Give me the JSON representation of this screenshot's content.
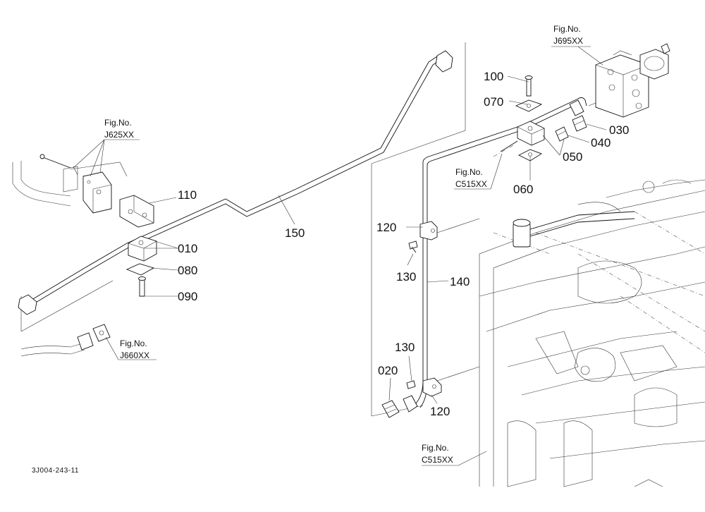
{
  "figure_refs": [
    {
      "label": "Fig.No.",
      "code": "J695XX"
    },
    {
      "label": "Fig.No.",
      "code": "J625XX"
    },
    {
      "label": "Fig.No.",
      "code": "C515XX"
    },
    {
      "label": "Fig.No.",
      "code": "J660XX"
    },
    {
      "label": "Fig.No.",
      "code": "C515XX"
    }
  ],
  "part_numbers": [
    "100",
    "070",
    "030",
    "040",
    "050",
    "060",
    "110",
    "150",
    "010",
    "080",
    "090",
    "120",
    "130",
    "140",
    "130",
    "020",
    "120"
  ],
  "drawing_code": "3J004-243-11"
}
